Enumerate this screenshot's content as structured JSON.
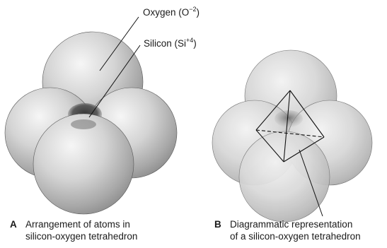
{
  "labels": {
    "oxygen_text": "Oxygen (O",
    "oxygen_charge": "−2",
    "oxygen_close": ")",
    "silicon_text": "Silicon (Si",
    "silicon_charge": "+4",
    "silicon_close": ")"
  },
  "panel_a": {
    "letter": "A",
    "line1": "Arrangement of atoms in",
    "line2": "silicon-oxygen tetrahedron"
  },
  "panel_b": {
    "letter": "B",
    "line1": "Diagrammatic representation",
    "line2": "of a silicon-oxygen tetrahedron"
  },
  "colors": {
    "sphere_highlight": "#f4f4f4",
    "sphere_mid": "#c8c8c8",
    "sphere_shadow": "#8c8c8c",
    "silicon_dark": "#3a3a3a",
    "line": "#111111"
  }
}
